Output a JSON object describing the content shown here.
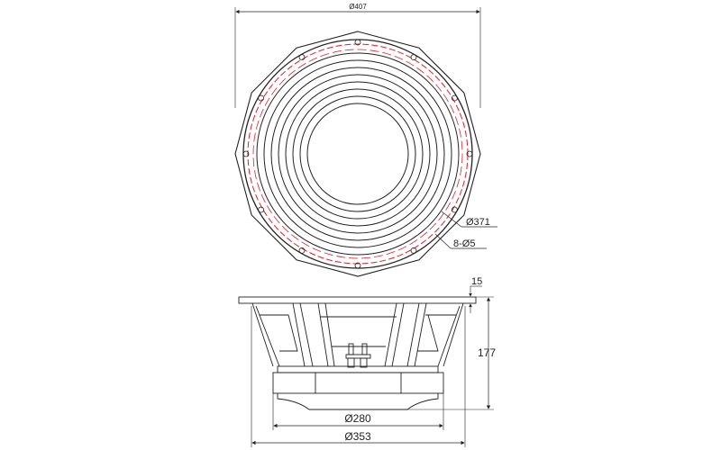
{
  "top_view": {
    "outer_diameter_label": "Ø407",
    "bolt_circle_label": "Ø371",
    "holes_label": "8-Ø5"
  },
  "side_view": {
    "flange_thickness_label": "15",
    "depth_label": "177",
    "magnet_diameter_label": "Ø280",
    "basket_diameter_label": "Ø353"
  },
  "colors": {
    "line": "#222222",
    "accent": "#e0202a"
  }
}
